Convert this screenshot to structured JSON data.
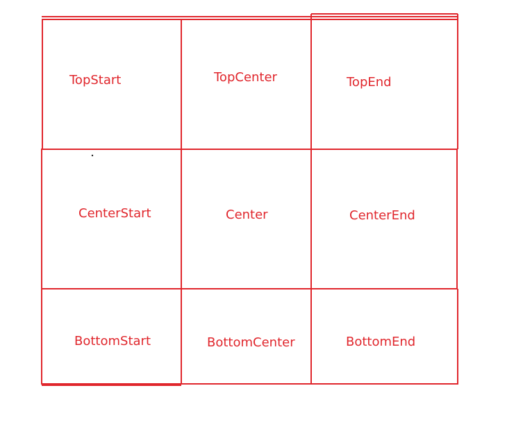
{
  "colors": {
    "line": "#e0262c",
    "text": "#e0262c",
    "background": "#ffffff"
  },
  "labels": {
    "top_start": "TopStart",
    "top_center": "TopCenter",
    "top_end": "TopEnd",
    "center_start": "CenterStart",
    "center": "Center",
    "center_end": "CenterEnd",
    "bottom_start": "BottomStart",
    "bottom_center": "BottomCenter",
    "bottom_end": "BottomEnd"
  }
}
